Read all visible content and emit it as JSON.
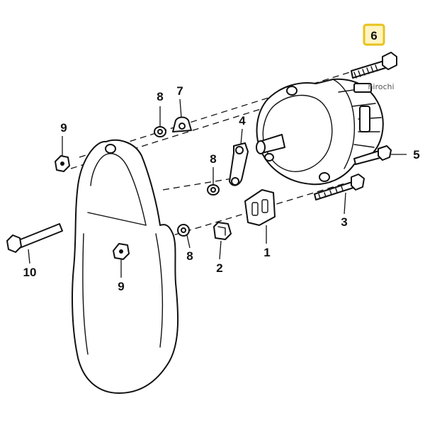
{
  "callouts": {
    "c1": "1",
    "c2": "2",
    "c3": "3",
    "c4": "4",
    "c5": "5",
    "c6": "6",
    "c7": "7",
    "c8_top": "8",
    "c8_mid": "8",
    "c8_low": "8",
    "c9_top": "9",
    "c9_low": "9",
    "c10": "10"
  },
  "highlighted_part": "6",
  "watermark": "hirochi",
  "colors": {
    "highlight_border": "#e8c21c",
    "highlight_fill": "#fff4c2",
    "line": "#111111"
  }
}
